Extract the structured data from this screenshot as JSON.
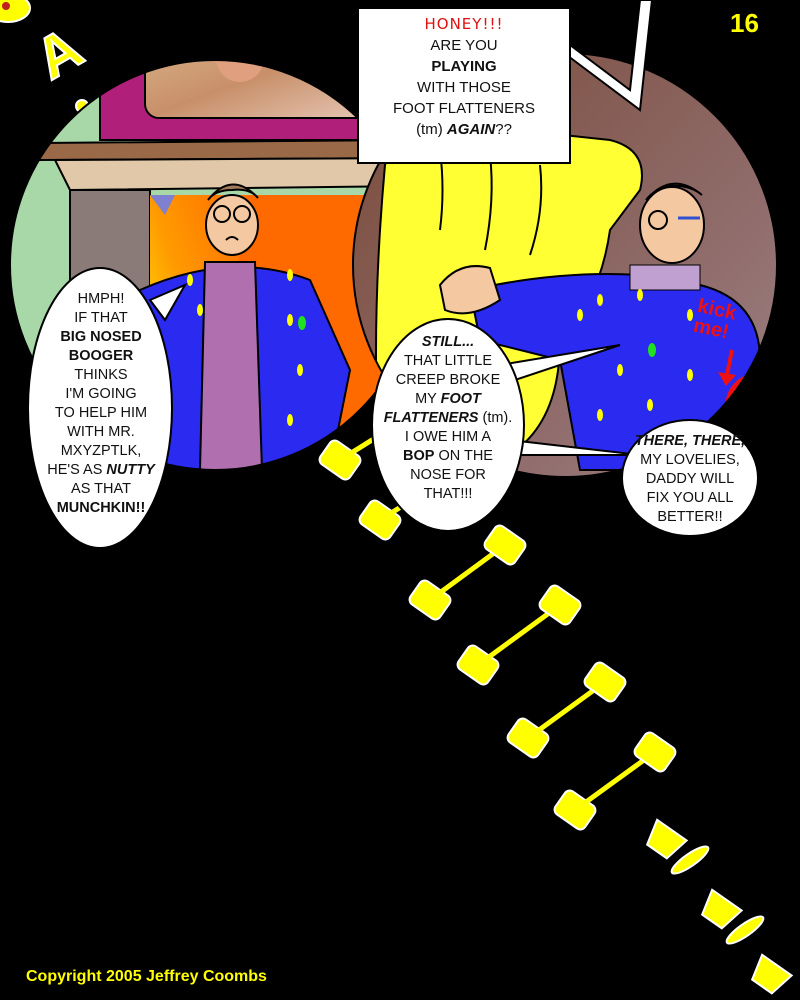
{
  "page": {
    "number": "16",
    "copyright": "Copyright 2005 Jeffrey Coombs",
    "decorative_letter": "A"
  },
  "colors": {
    "background": "#000000",
    "accent_yellow": "#ffff00",
    "robe_blue": "#2a2af0",
    "robe_purple": "#b070b0",
    "wall_magenta": "#b0207a",
    "shout_red": "#e01010"
  },
  "bubbles": {
    "top": {
      "line1": "HONEY!!!",
      "line2": "ARE YOU",
      "line3": "PLAYING",
      "line4": "WITH THOSE",
      "line5": "FOOT FLATTENERS",
      "line6_pre": "(tm) ",
      "line6_em": "AGAIN",
      "line6_post": "??"
    },
    "left": {
      "line1": "HMPH!",
      "line2": "IF THAT",
      "line3": "BIG NOSED",
      "line4": "BOOGER",
      "line5": "THINKS",
      "line6": "I'M GOING",
      "line7": "TO HELP HIM",
      "line8": "WITH MR.",
      "line9": "MXYZPTLK,",
      "line10_pre": "HE'S AS ",
      "line10_em": "NUTTY",
      "line11": "AS THAT",
      "line12": "MUNCHKIN!!"
    },
    "middle": {
      "line1": "STILL...",
      "line2": "THAT LITTLE",
      "line3": "CREEP BROKE",
      "line4_pre": "MY ",
      "line4_em": "FOOT",
      "line5_em": "FLATTENERS",
      "line5_post": " (tm).",
      "line6": "I OWE HIM A",
      "line7_em": "BOP",
      "line7_post": " ON THE",
      "line8": "NOSE FOR",
      "line9": "THAT!!!"
    },
    "right": {
      "line1": "THERE, THERE,",
      "line2": "MY LOVELIES,",
      "line3": "DADDY WILL",
      "line4": "FIX YOU ALL",
      "line5": "BETTER!!"
    }
  },
  "robe_sign": {
    "line1": "kick",
    "line2": "me!"
  }
}
